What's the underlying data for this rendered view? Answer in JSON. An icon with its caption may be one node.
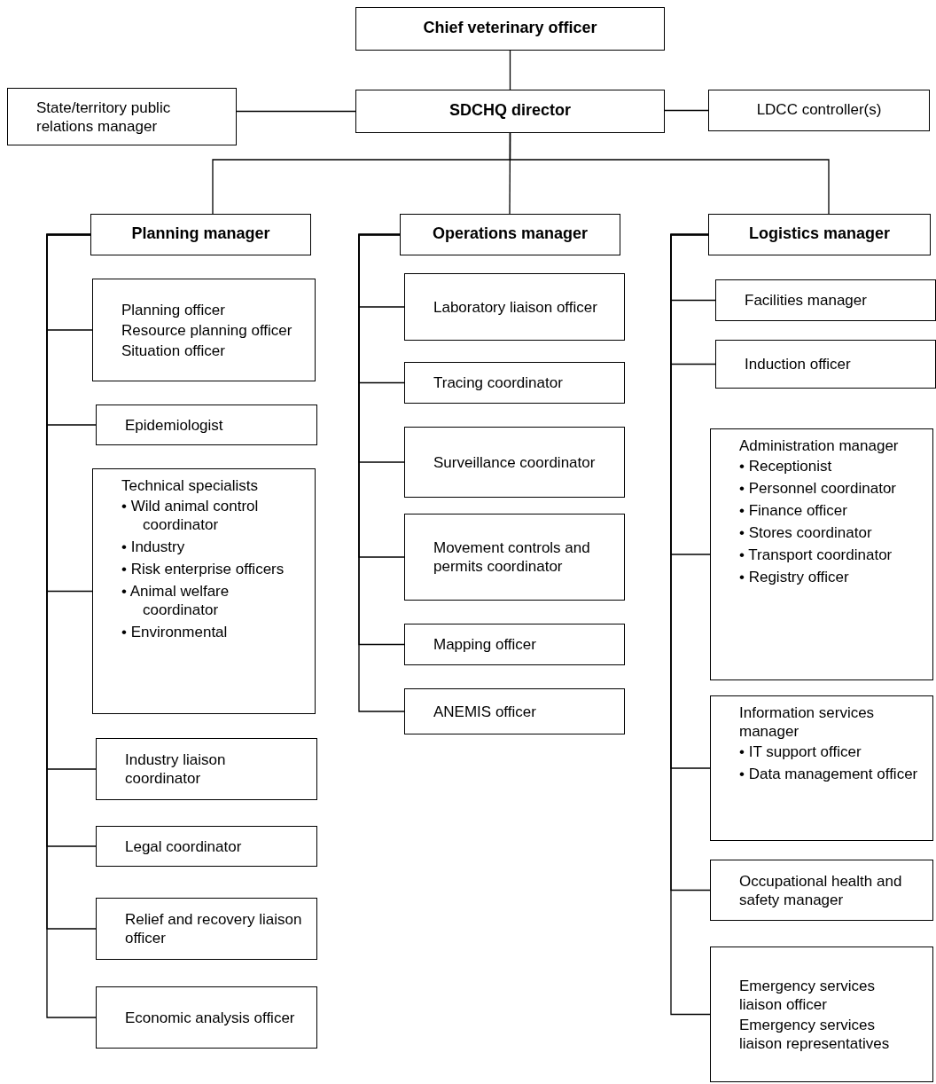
{
  "diagram": {
    "nodes": [
      {
        "text": [
          "Chief veterinary officer"
        ]
      },
      {
        "text": [
          "State/territory public relations manager"
        ]
      },
      {
        "text": [
          "SDCHQ director"
        ]
      },
      {
        "text": [
          "LDCC controller(s)"
        ]
      },
      {
        "text": [
          "Planning manager"
        ]
      },
      {
        "text": [
          "Operations manager"
        ]
      },
      {
        "text": [
          "Logistics manager"
        ]
      },
      {
        "text": [
          "Planning officer",
          "Resource planning officer",
          "Situation officer"
        ]
      },
      {
        "text": [
          "Epidemiologist"
        ]
      },
      {
        "text": [
          "Technical specialists",
          "• Wild animal control coordinator",
          "• Industry",
          "• Risk enterprise officers",
          "• Animal welfare coordinator",
          "• Environmental"
        ]
      },
      {
        "text": [
          "Industry liaison coordinator"
        ]
      },
      {
        "text": [
          "Legal coordinator"
        ]
      },
      {
        "text": [
          "Relief and recovery liaison officer"
        ]
      },
      {
        "text": [
          "Economic analysis officer"
        ]
      },
      {
        "text": [
          "Laboratory liaison officer"
        ]
      },
      {
        "text": [
          "Tracing coordinator"
        ]
      },
      {
        "text": [
          "Surveillance coordinator"
        ]
      },
      {
        "text": [
          "Movement controls and permits coordinator"
        ]
      },
      {
        "text": [
          "Mapping officer"
        ]
      },
      {
        "text": [
          "ANEMIS officer"
        ]
      },
      {
        "text": [
          "Facilities manager"
        ]
      },
      {
        "text": [
          "Induction officer"
        ]
      },
      {
        "text": [
          "Administration manager",
          "• Receptionist",
          "• Personnel coordinator",
          "• Finance officer",
          "• Stores coordinator",
          "• Transport coordinator",
          "• Registry officer"
        ]
      },
      {
        "text": [
          "Information services manager",
          "• IT support officer",
          "• Data management officer"
        ]
      },
      {
        "text": [
          "Occupational health and safety manager"
        ]
      },
      {
        "text": [
          "Emergency services liaison officer",
          "Emergency services liaison representatives"
        ]
      }
    ],
    "edges": [
      {
        "from": 0,
        "to": 2,
        "arrow": "none"
      },
      {
        "from": 1,
        "to": 2,
        "arrow": "none"
      },
      {
        "from": 2,
        "to": 3,
        "arrow": "none"
      },
      {
        "from": 2,
        "to": 4,
        "arrow": "none"
      },
      {
        "from": 2,
        "to": 5,
        "arrow": "none"
      },
      {
        "from": 2,
        "to": 6,
        "arrow": "none"
      },
      {
        "from": 4,
        "to": 7,
        "arrow": "none"
      },
      {
        "from": 4,
        "to": 8,
        "arrow": "none"
      },
      {
        "from": 4,
        "to": 9,
        "arrow": "none"
      },
      {
        "from": 4,
        "to": 10,
        "arrow": "none"
      },
      {
        "from": 4,
        "to": 11,
        "arrow": "none"
      },
      {
        "from": 4,
        "to": 12,
        "arrow": "none"
      },
      {
        "from": 4,
        "to": 13,
        "arrow": "none"
      },
      {
        "from": 5,
        "to": 14,
        "arrow": "none"
      },
      {
        "from": 5,
        "to": 15,
        "arrow": "none"
      },
      {
        "from": 5,
        "to": 16,
        "arrow": "none"
      },
      {
        "from": 5,
        "to": 17,
        "arrow": "none"
      },
      {
        "from": 5,
        "to": 18,
        "arrow": "none"
      },
      {
        "from": 5,
        "to": 19,
        "arrow": "none"
      },
      {
        "from": 6,
        "to": 20,
        "arrow": "none"
      },
      {
        "from": 6,
        "to": 21,
        "arrow": "none"
      },
      {
        "from": 6,
        "to": 22,
        "arrow": "none"
      },
      {
        "from": 6,
        "to": 23,
        "arrow": "none"
      },
      {
        "from": 6,
        "to": 24,
        "arrow": "none"
      },
      {
        "from": 6,
        "to": 25,
        "arrow": "none"
      }
    ]
  }
}
